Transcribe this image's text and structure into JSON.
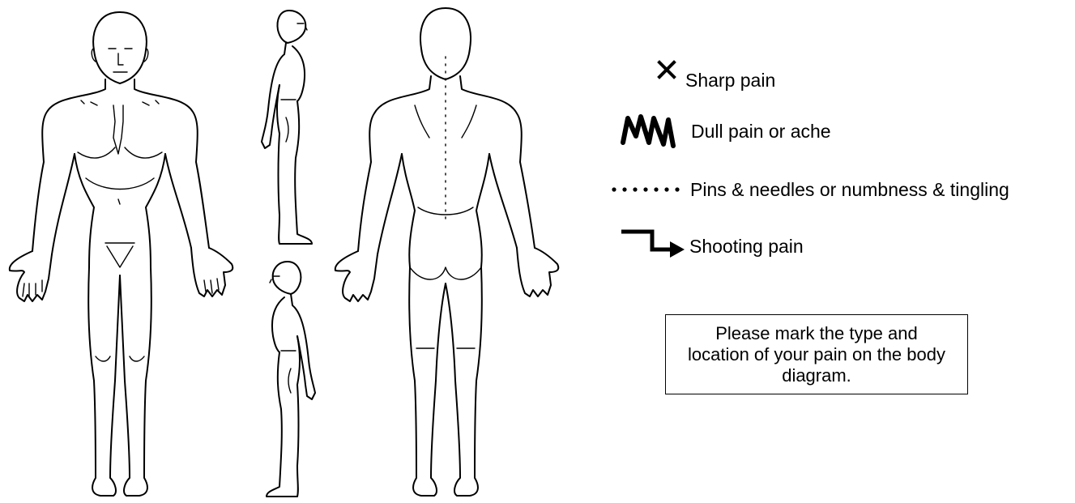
{
  "legend": [
    {
      "icon": "x-mark-icon",
      "label": "Sharp pain"
    },
    {
      "icon": "zigzag-icon",
      "label": "Dull pain or ache"
    },
    {
      "icon": "dotted-line-icon",
      "label": "Pins & needles or numbness & tingling"
    },
    {
      "icon": "step-arrow-icon",
      "label": "Shooting pain"
    }
  ],
  "instruction": "Please mark the type and location of your pain on the body diagram.",
  "figures": [
    "front",
    "side-right",
    "side-left",
    "back"
  ]
}
